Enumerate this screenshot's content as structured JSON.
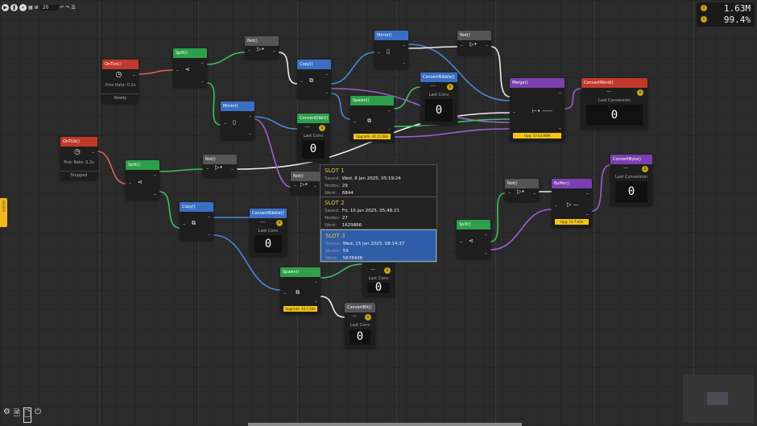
{
  "topbar": {
    "speed_value": "20",
    "icons": [
      "play-icon",
      "pause-icon",
      "step-icon",
      "grid-icon",
      "snap-icon",
      "undo-icon",
      "redo-icon",
      "menu-icon"
    ]
  },
  "resources": [
    {
      "icon": "bits-coin-icon",
      "value": "1.63M"
    },
    {
      "icon": "efficiency-icon",
      "value": "99.4%"
    }
  ],
  "nodes": [
    {
      "title": "OnTick()",
      "color": "#c0392b",
      "kind": "tick",
      "rate": "Proc Rate: 0.2s",
      "state": "Ready"
    },
    {
      "title": "OnTick()",
      "color": "#c0392b",
      "kind": "tick",
      "rate": "Proc Rate: 0.2s",
      "state": "Stopped"
    },
    {
      "title": "Split()",
      "color": "#2e9e4a",
      "kind": "op",
      "glyph": "⋖"
    },
    {
      "title": "Split()",
      "color": "#2e9e4a",
      "kind": "op",
      "glyph": "⋖"
    },
    {
      "title": "Not()",
      "color": "#555555",
      "kind": "op",
      "glyph": "▷•"
    },
    {
      "title": "Not()",
      "color": "#555555",
      "kind": "op",
      "glyph": "▷•"
    },
    {
      "title": "Not()",
      "color": "#555555",
      "kind": "op",
      "glyph": "▷•"
    },
    {
      "title": "Not()",
      "color": "#555555",
      "kind": "op",
      "glyph": "▷•"
    },
    {
      "title": "Not()",
      "color": "#555555",
      "kind": "op",
      "glyph": "▷•"
    },
    {
      "title": "Copy()",
      "color": "#3b6fc4",
      "kind": "op",
      "glyph": "⧉"
    },
    {
      "title": "Copy()",
      "color": "#3b6fc4",
      "kind": "op",
      "glyph": "⧉"
    },
    {
      "title": "Mirror()",
      "color": "#3b6fc4",
      "kind": "op",
      "glyph": "▯"
    },
    {
      "title": "Mirror()",
      "color": "#3b6fc4",
      "kind": "op",
      "glyph": "▯"
    },
    {
      "title": "Spawn()",
      "color": "#2e9e4a",
      "kind": "op",
      "glyph": "⧉",
      "upgrade": "Upgrade: 40 21.08k"
    },
    {
      "title": "Spawn()",
      "color": "#2e9e4a",
      "kind": "op",
      "glyph": "⧉",
      "upgrade": "Upgrade: 40 1.64k"
    },
    {
      "title": "ConvertNibble()",
      "color": "#3b6fc4",
      "kind": "conv",
      "label": "Last Conv",
      "value": "0"
    },
    {
      "title": "ConvertNibble()",
      "color": "#3b6fc4",
      "kind": "conv",
      "label": "Last Conv",
      "value": "0"
    },
    {
      "title": "ConvertDibit()",
      "color": "#2e9e4a",
      "kind": "conv",
      "label": "Last Conv",
      "value": "0"
    },
    {
      "title": "ConvertBit()",
      "color": "#555555",
      "kind": "conv",
      "label": "Last Conv",
      "value": "0"
    },
    {
      "title": "",
      "color": "#1e1e1e",
      "kind": "conv",
      "label": "Last Conv",
      "value": "0"
    },
    {
      "title": "Merge()",
      "color": "#7b3fb0",
      "kind": "op",
      "glyph": "⊢• -----",
      "upgrade": "Upg: 10 13.80M"
    },
    {
      "title": "ConvertWord()",
      "color": "#c0392b",
      "kind": "conv",
      "label": "Last Conversion",
      "value": "0"
    },
    {
      "title": "Buffer()",
      "color": "#7b3fb0",
      "kind": "op",
      "glyph": "▷ —",
      "upgrade": "Upg: 10 7.60k"
    },
    {
      "title": "ConvertByte()",
      "color": "#7b3fb0",
      "kind": "conv",
      "label": "Last Conversion",
      "value": "0"
    },
    {
      "title": "Split()",
      "color": "#2e9e4a",
      "kind": "op",
      "glyph": "⋖"
    }
  ],
  "save_slots": [
    {
      "title": "SLOT 1",
      "saved_label": "Saved:",
      "saved": "Wed, 8 Jan 2025, 05:19:24",
      "nodes_label": "Nodes:",
      "nodes": "29",
      "work_label": "Work:",
      "work": "6844",
      "selected": false
    },
    {
      "title": "SLOT 2",
      "saved_label": "Saved:",
      "saved": "Fri, 10 Jan 2025, 05:48:21",
      "nodes_label": "Nodes:",
      "nodes": "27",
      "work_label": "Work:",
      "work": "1629866",
      "selected": false
    },
    {
      "title": "SLOT 3",
      "saved_label": "Saved:",
      "saved": "Wed, 15 Jan 2025, 08:14:37",
      "nodes_label": "Nodes:",
      "nodes": "59",
      "work_label": "Work:",
      "work": "5678406",
      "selected": true
    }
  ],
  "side_tab": {
    "label": "NODES"
  },
  "bottom_icons": [
    "settings-icon",
    "save-icon",
    "load-icon",
    "power-icon"
  ],
  "colors": {
    "green_wire": "#3fbf63",
    "blue_wire": "#4a86d8",
    "purple_wire": "#9a5fd0",
    "white_wire": "#eeeeee",
    "red_wire": "#e06060",
    "upgrade": "#f5c518"
  }
}
